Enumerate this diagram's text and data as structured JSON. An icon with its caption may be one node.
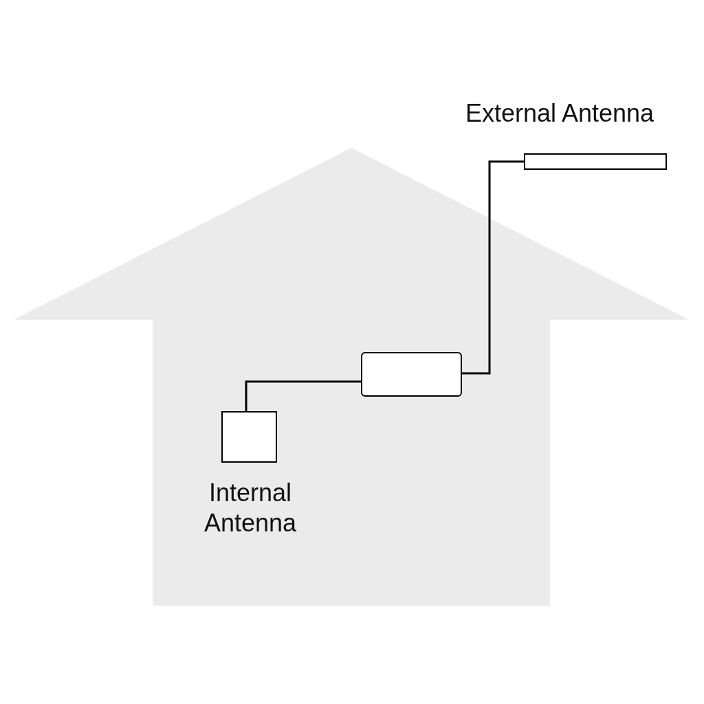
{
  "diagram": {
    "nodes": [
      {
        "text": [
          "External Antenna"
        ]
      },
      {
        "text": [],
        "shape": "box"
      },
      {
        "text": [
          "Internal Antenna"
        ]
      }
    ],
    "edges": [
      {
        "from": 1,
        "to": 0,
        "arrow": "none"
      },
      {
        "from": 2,
        "to": 1,
        "arrow": "none"
      }
    ]
  }
}
